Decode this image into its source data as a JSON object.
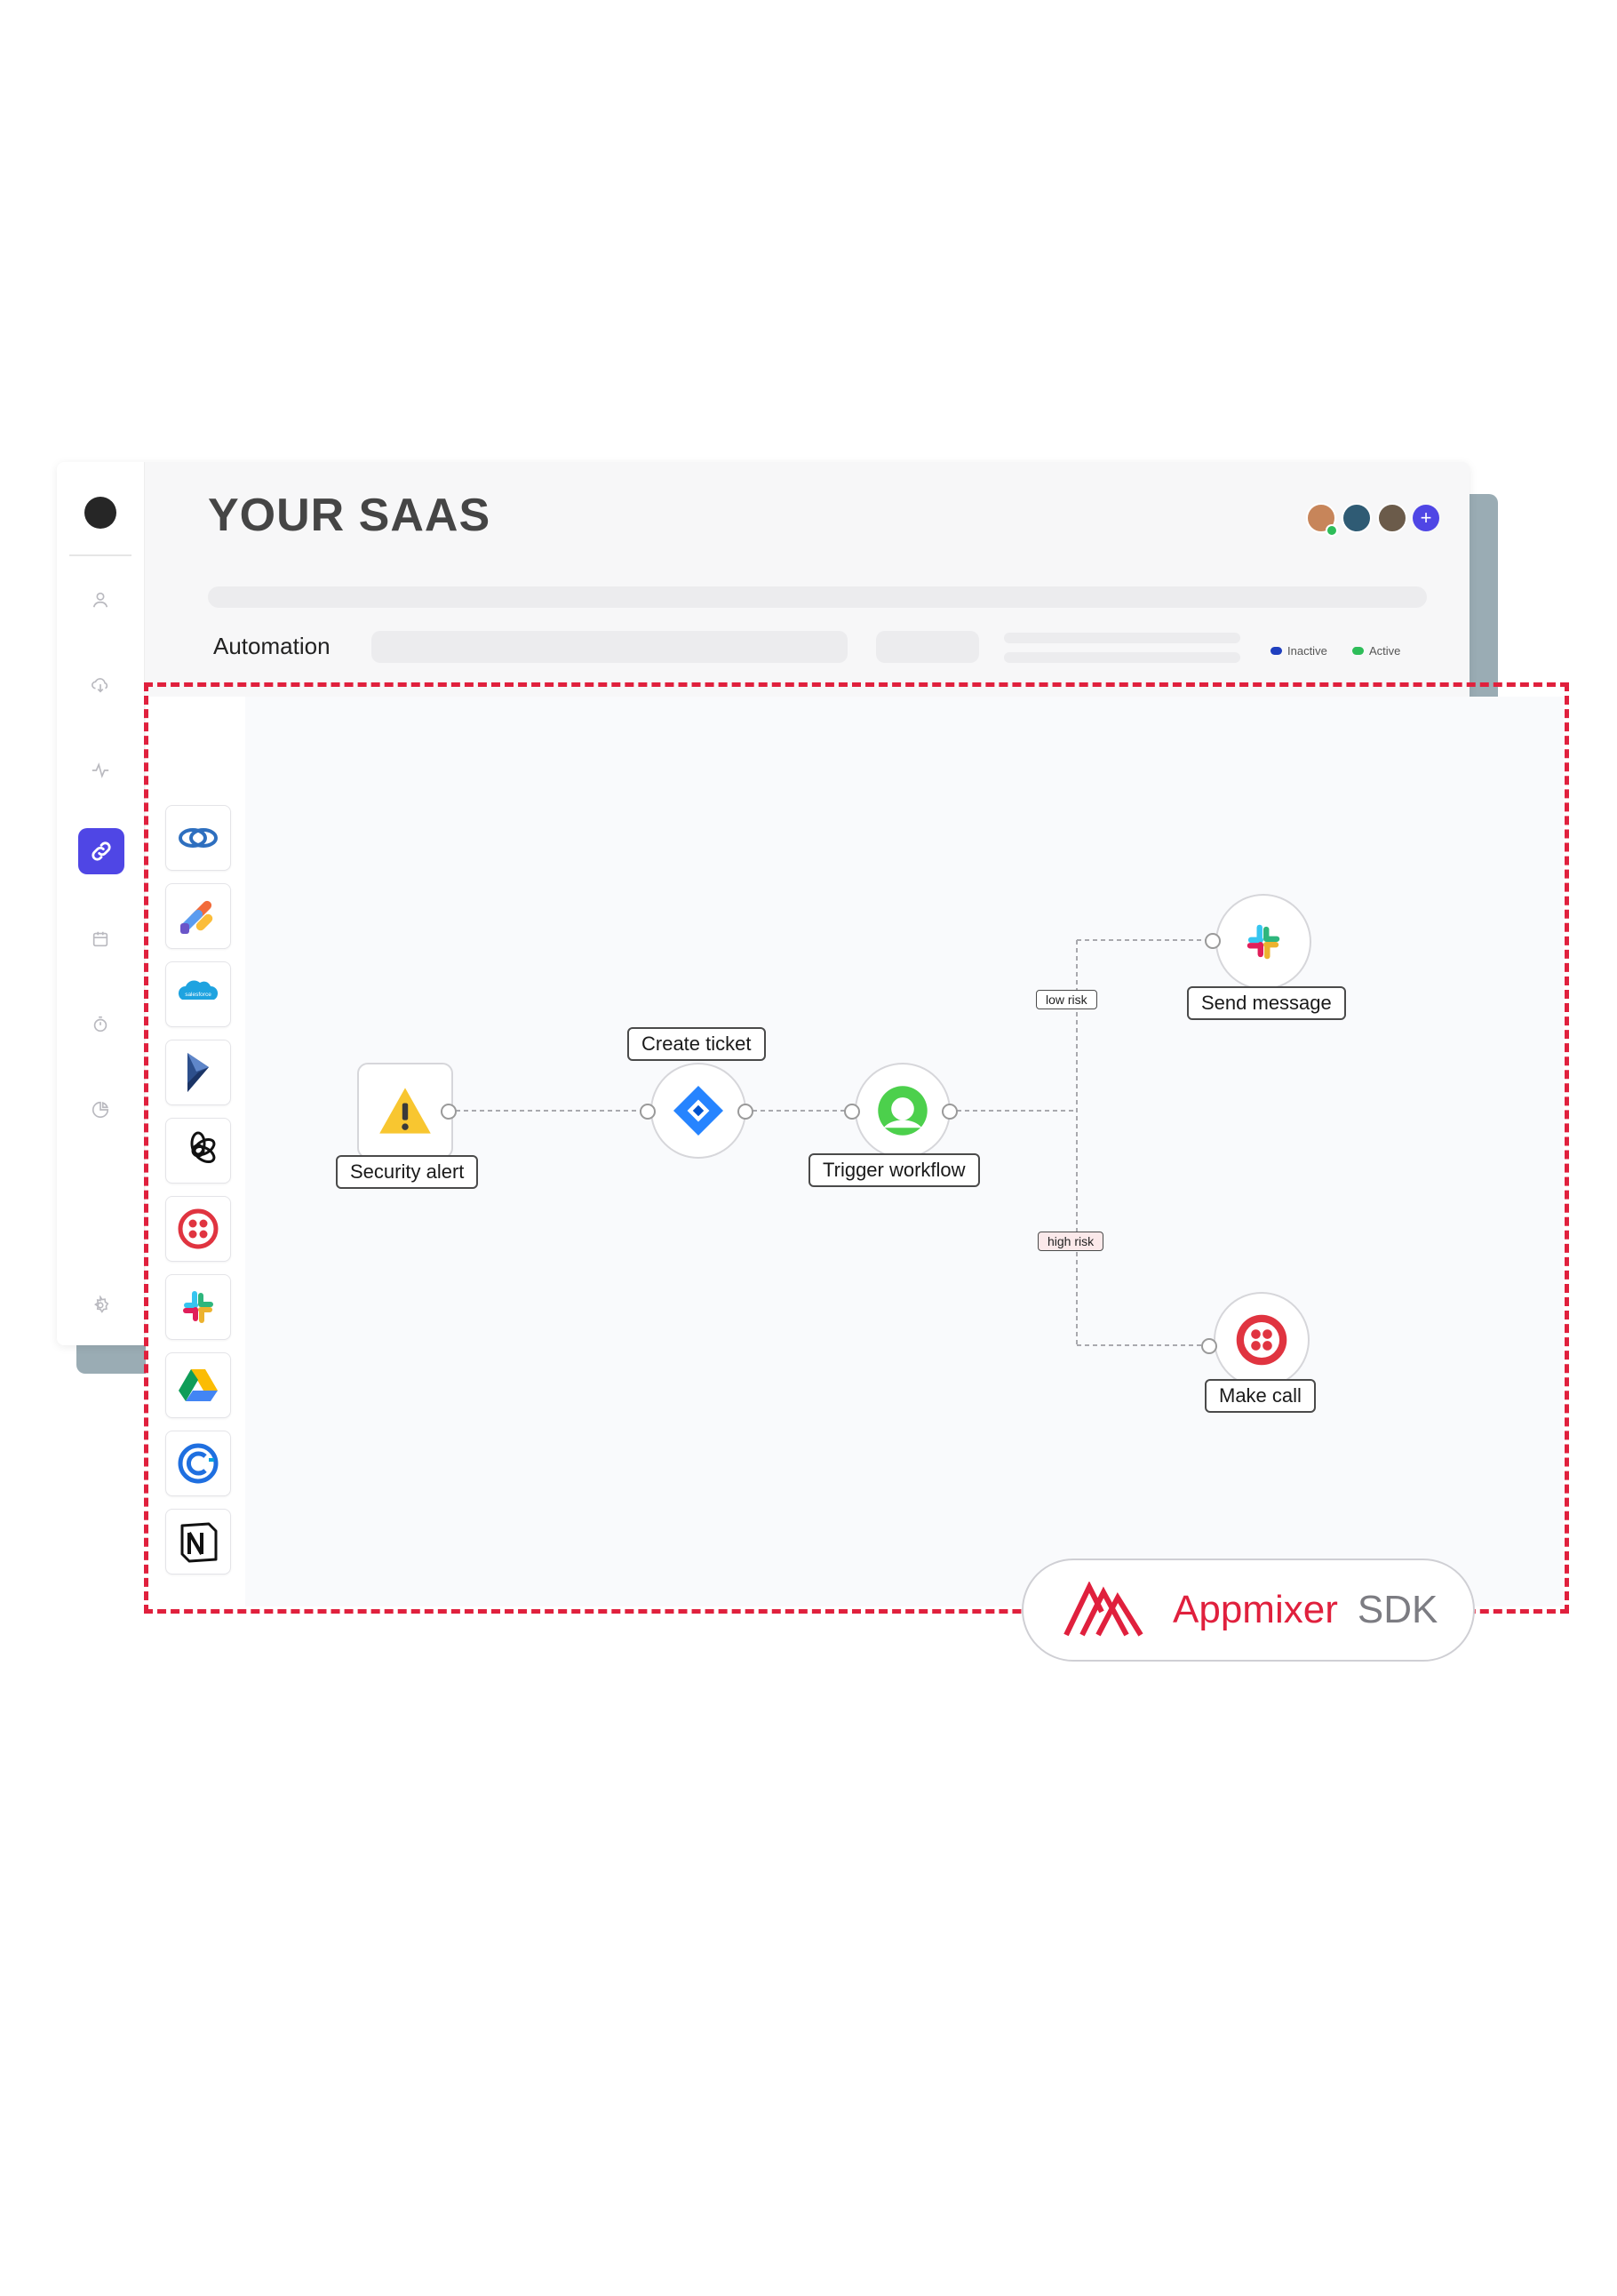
{
  "app": {
    "title": "YOUR SAAS"
  },
  "header": {
    "section_label": "Automation",
    "legend": [
      {
        "label": "Inactive",
        "color": "#1f3fbf"
      },
      {
        "label": "Active",
        "color": "#2ebd59"
      }
    ],
    "avatars": [
      "user-avatar-1",
      "user-avatar-2",
      "user-avatar-3"
    ],
    "add_user_symbol": "+"
  },
  "sidebar": {
    "items": [
      "user-icon",
      "cloud-download-icon",
      "activity-icon",
      "link-icon",
      "calendar-icon",
      "timer-icon",
      "pie-chart-icon",
      "settings-icon"
    ],
    "active_item": "link-icon",
    "accent_color": "#4f46e5"
  },
  "palette": {
    "items": [
      "zoho-icon",
      "jira-service-icon",
      "salesforce-icon",
      "dynamics-icon",
      "openai-icon",
      "twilio-icon",
      "slack-icon",
      "google-drive-icon",
      "calendly-icon",
      "notion-icon"
    ],
    "salesforce_text": "salesforce"
  },
  "flow": {
    "nodes": [
      {
        "id": "security-alert",
        "label": "Security alert",
        "icon": "warning-icon"
      },
      {
        "id": "create-ticket",
        "label": "Create ticket",
        "icon": "jira-icon"
      },
      {
        "id": "trigger-workflow",
        "label": "Trigger workflow",
        "icon": "workflow-icon"
      },
      {
        "id": "send-message",
        "label": "Send message",
        "icon": "slack-icon"
      },
      {
        "id": "make-call",
        "label": "Make call",
        "icon": "twilio-icon"
      }
    ],
    "branches": {
      "low": "low risk",
      "high": "high risk"
    }
  },
  "brand": {
    "name": "Appmixer",
    "suffix": "SDK",
    "color": "#e0203d"
  }
}
